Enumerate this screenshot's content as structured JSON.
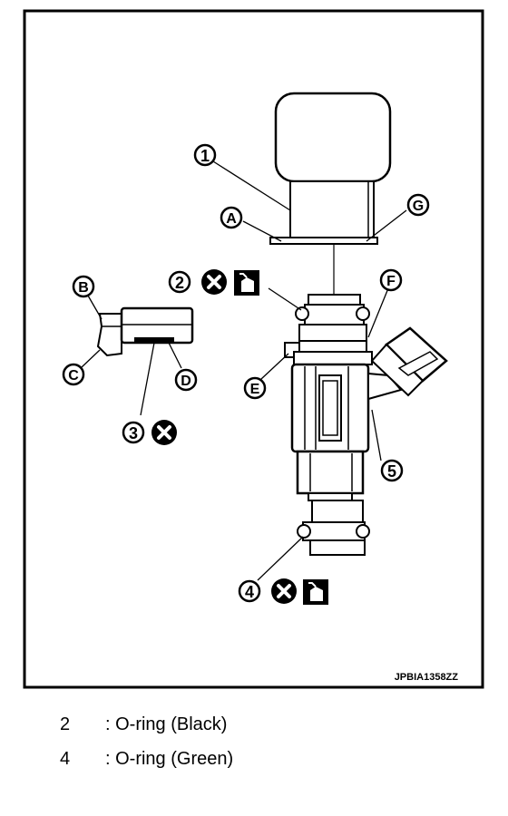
{
  "diagram": {
    "callouts": {
      "n1": "1",
      "n2": "2",
      "n3": "3",
      "n4": "4",
      "n5": "5",
      "A": "A",
      "B": "B",
      "C": "C",
      "D": "D",
      "E": "E",
      "F": "F",
      "G": "G"
    },
    "code": "JPBIA1358ZZ",
    "icons": [
      "do-not-reuse-icon",
      "apply-oil-icon"
    ]
  },
  "legend": [
    {
      "num": "2",
      "text": ": O-ring (Black)"
    },
    {
      "num": "4",
      "text": ": O-ring (Green)"
    }
  ]
}
